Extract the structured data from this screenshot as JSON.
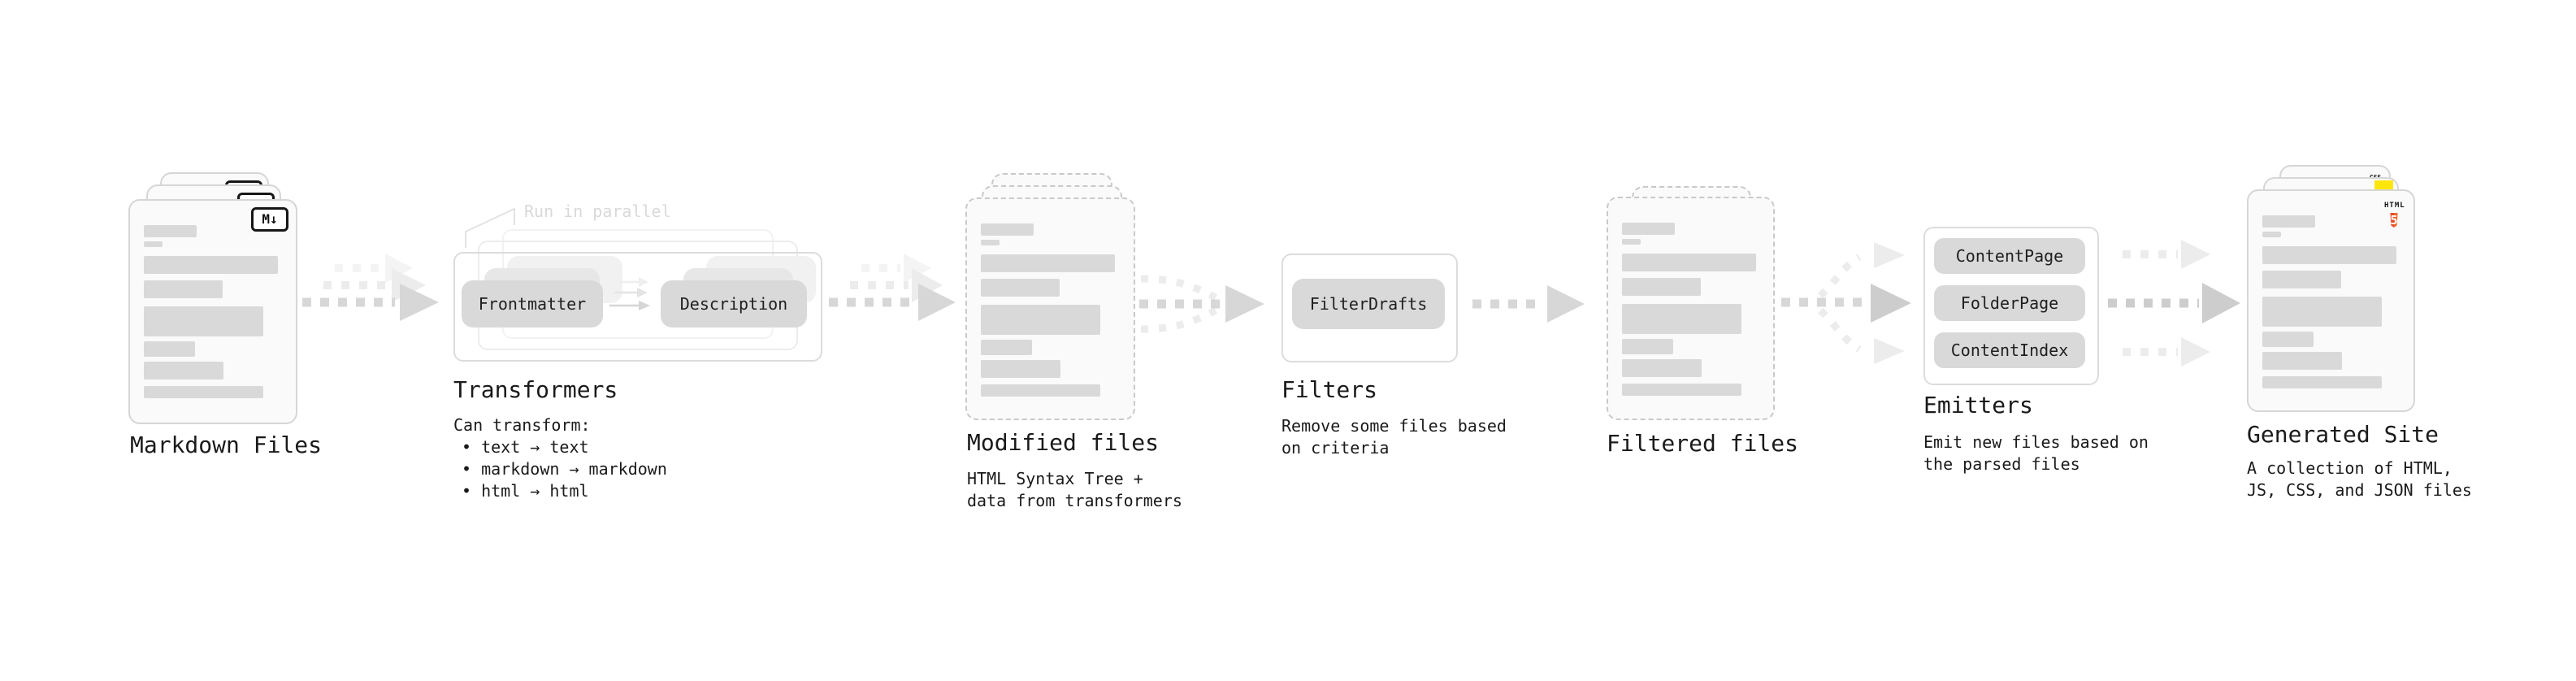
{
  "diagram": {
    "colors": {
      "background": "#ffffff",
      "card_bg": "#fafafa",
      "card_border": "#d6d6d6",
      "dashed_border": "#c9c9c9",
      "skeleton": "#d9d9d9",
      "pill_bg": "#d9d9d9",
      "pill_echo": "#e7e7e7",
      "pill_echo2": "#f1f1f1",
      "pill_text": "#1f1f1f",
      "container_border": "#dcdcdc",
      "label": "#1a1a1a",
      "annotation": "#d9d9d9",
      "arrow": "#d7d7d7",
      "arrow_dark": "#cdcdcd",
      "arrow_faint": "#ececec",
      "arrow_fainter": "#f4f4f4",
      "html5_orange": "#e44d26",
      "html5_orange_light": "#f16529",
      "js_yellow": "#ffe60a",
      "css_blue": "#2f6ae0"
    },
    "stages": [
      {
        "id": "markdown-files",
        "label": "Markdown Files",
        "badge": "M↓"
      },
      {
        "id": "transformers",
        "label": "Transformers",
        "annotation": "Run in parallel",
        "pills": [
          "Frontmatter",
          "Description"
        ],
        "details": [
          "Can transform:",
          "• text → text",
          "• markdown → markdown",
          "• html → html"
        ]
      },
      {
        "id": "modified-files",
        "label": "Modified files",
        "details": [
          "HTML Syntax Tree +",
          "data from transformers"
        ]
      },
      {
        "id": "filters",
        "label": "Filters",
        "pills": [
          "FilterDrafts"
        ],
        "details": [
          "Remove some files based",
          "on criteria"
        ]
      },
      {
        "id": "filtered-files",
        "label": "Filtered files"
      },
      {
        "id": "emitters",
        "label": "Emitters",
        "pills": [
          "ContentPage",
          "FolderPage",
          "ContentIndex"
        ],
        "details": [
          "Emit new files based on",
          "the parsed files"
        ]
      },
      {
        "id": "generated-site",
        "label": "Generated Site",
        "details": [
          "A collection of HTML,",
          "JS, CSS, and JSON files"
        ],
        "badges": {
          "html_label": "HTML",
          "html_number": "5",
          "css_label": "CSS"
        }
      }
    ],
    "icons": [
      "markdown-icon",
      "html5-icon",
      "js-badge-icon",
      "css-badge-icon"
    ]
  }
}
